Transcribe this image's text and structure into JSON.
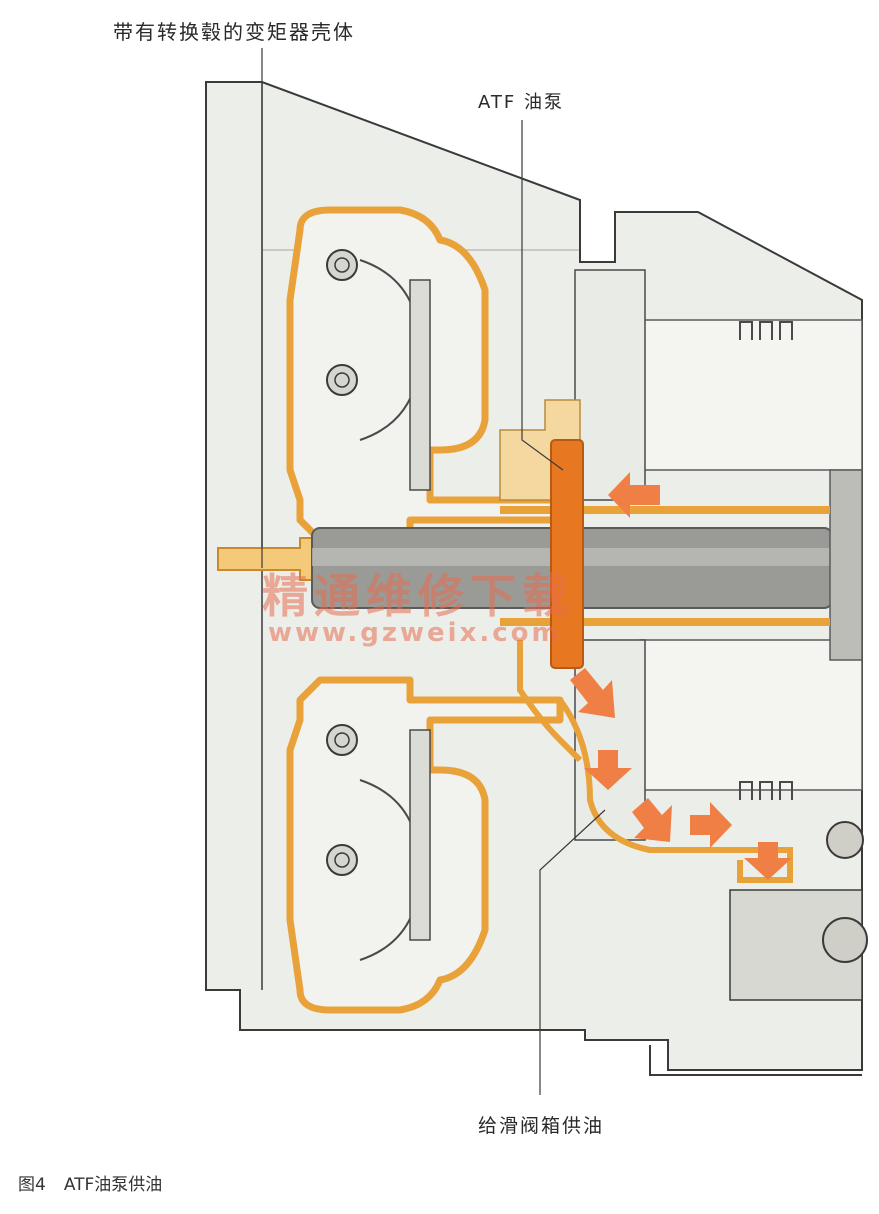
{
  "labels": {
    "housing": "带有转换毂的变矩器壳体",
    "pump": "ATF 油泵",
    "supply": "给滑阀箱供油"
  },
  "caption": {
    "number": "图4",
    "text": "ATF油泵供油"
  },
  "watermark": {
    "text": "精通维修下载",
    "url": "www.gzweix.com"
  },
  "colors": {
    "housing_fill": "#eceeea",
    "outline": "#3a3a3a",
    "orange": "#e9a23a",
    "orange_light": "#f5c97a",
    "shaft": "#9a9a96",
    "arrow": "#ef7f45",
    "pump_gear": "#e87722"
  }
}
